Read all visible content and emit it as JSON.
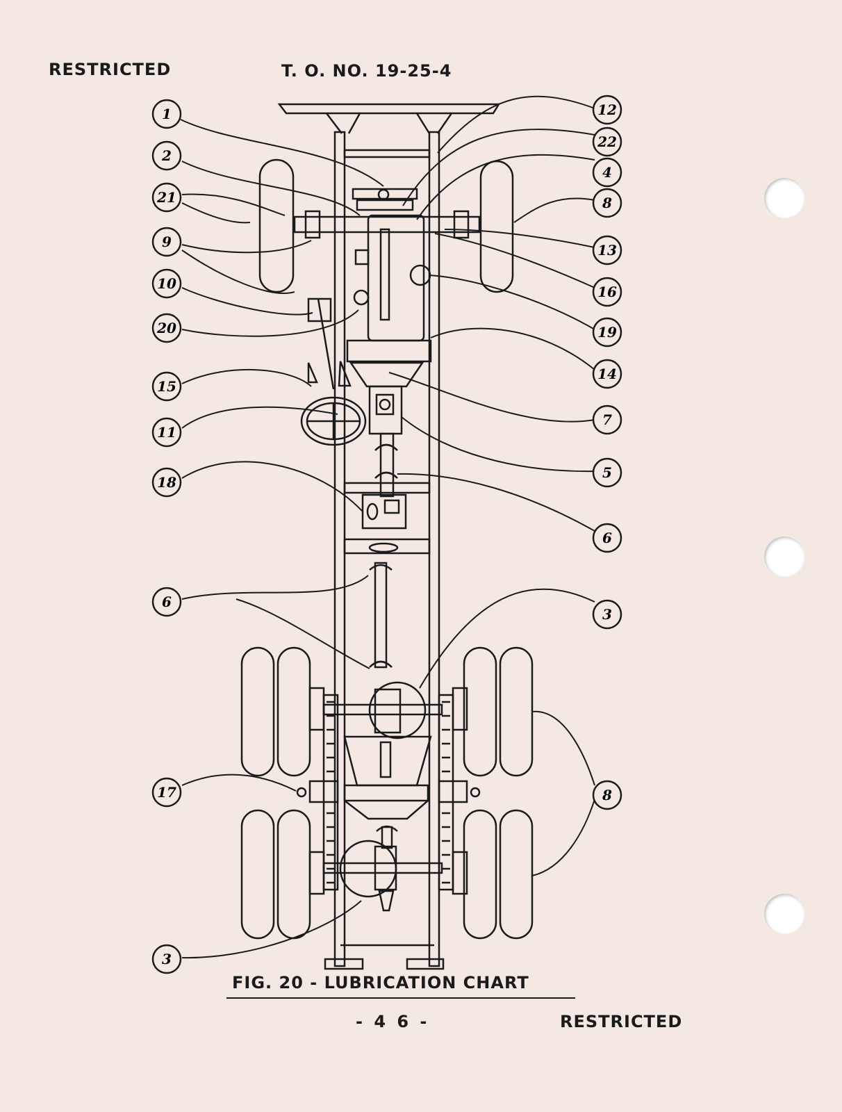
{
  "header": {
    "left": "RESTRICTED",
    "center": "T. O. NO. 19-25-4"
  },
  "figure": {
    "caption": "FIG. 20 - LUBRICATION  CHART"
  },
  "footer": {
    "page_number": "- 4 6 -",
    "right": "RESTRICTED"
  },
  "callouts": {
    "left": [
      "1",
      "2",
      "21",
      "9",
      "10",
      "20",
      "15",
      "11",
      "18",
      "6",
      "17",
      "3"
    ],
    "right": [
      "12",
      "22",
      "4",
      "8",
      "13",
      "16",
      "19",
      "14",
      "7",
      "5",
      "6",
      "3",
      "8"
    ]
  },
  "colors": {
    "paper": "#f3e9e2",
    "ink": "#1a1a1a"
  }
}
